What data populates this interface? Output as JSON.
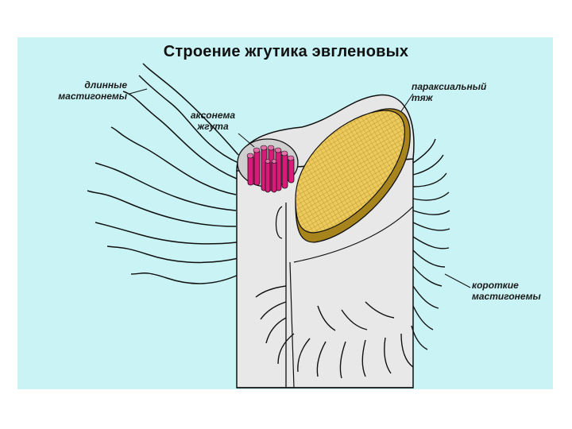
{
  "title": "Строение жгутика эвгленовых",
  "labels": {
    "long_mastigonemes": [
      "длинные",
      "мастигонемы"
    ],
    "axoneme": [
      "аксонема",
      "жгута"
    ],
    "paraxial_rod": [
      "параксиальный",
      "тяж"
    ],
    "short_mastigonemes": [
      "короткие",
      "мастигонемы"
    ]
  },
  "colors": {
    "background": "#c9f3f5",
    "flagellum": "#e8e8e8",
    "axoneme": "#d81b78",
    "paraxial_rod": "#e9c75a",
    "paraxial_rim": "#a8841c"
  }
}
